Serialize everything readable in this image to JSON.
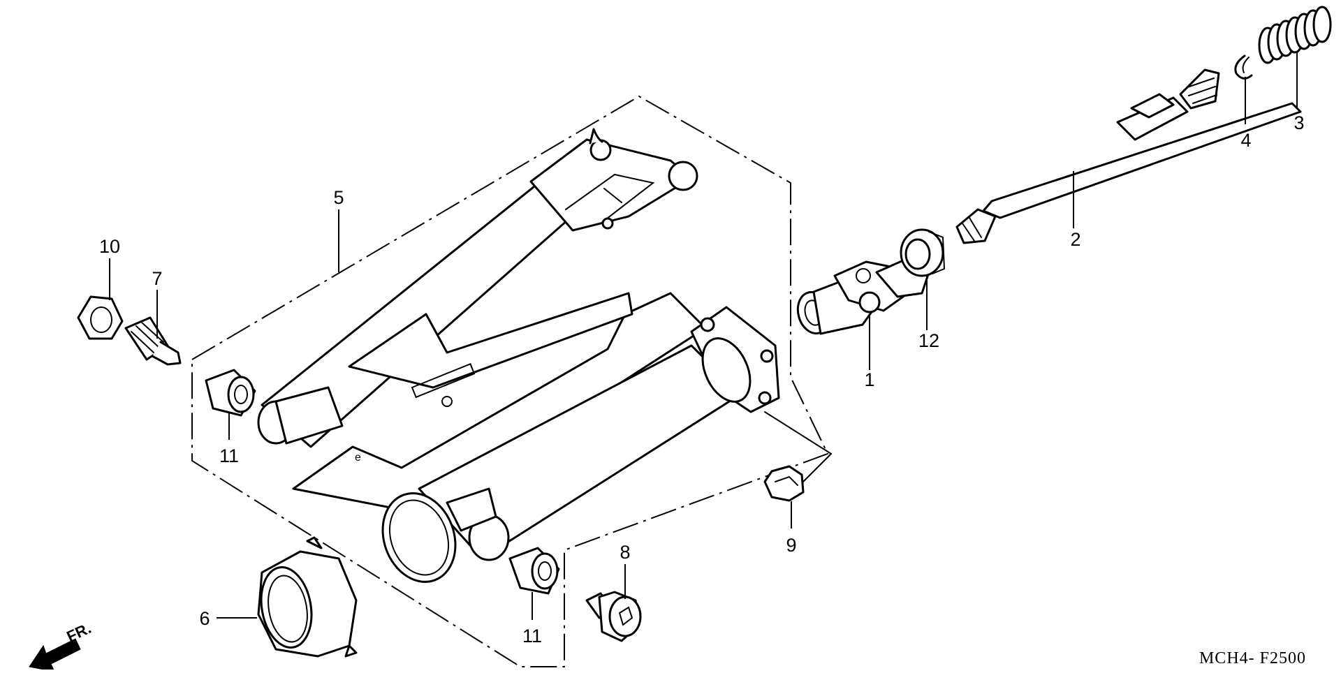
{
  "diagram": {
    "drawing_code": "MCH4- F2500",
    "direction_arrow_label": "FR.",
    "callouts": [
      {
        "id": "c1",
        "label": "1"
      },
      {
        "id": "c2",
        "label": "2"
      },
      {
        "id": "c3",
        "label": "3"
      },
      {
        "id": "c4",
        "label": "4"
      },
      {
        "id": "c5",
        "label": "5"
      },
      {
        "id": "c6",
        "label": "6"
      },
      {
        "id": "c7",
        "label": "7"
      },
      {
        "id": "c8",
        "label": "8"
      },
      {
        "id": "c9",
        "label": "9"
      },
      {
        "id": "c10",
        "label": "10"
      },
      {
        "id": "c11a",
        "label": "11"
      },
      {
        "id": "c11b",
        "label": "11"
      },
      {
        "id": "c12",
        "label": "12"
      }
    ]
  }
}
